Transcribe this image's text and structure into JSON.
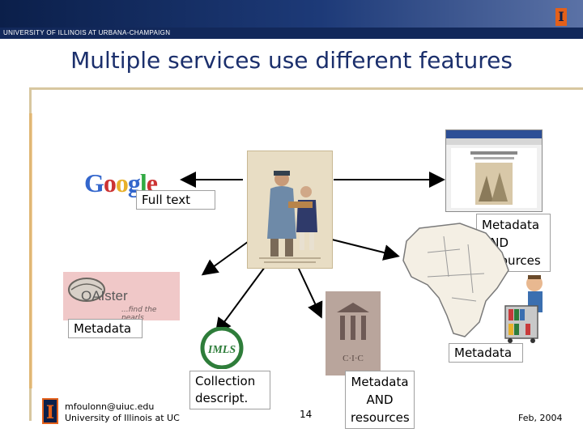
{
  "header": {
    "university_bar_text": "UNIVERSITY OF ILLINOIS AT URBANA-CHAMPAIGN",
    "logo_text": "I"
  },
  "slide": {
    "title": "Multiple services use different features",
    "logos": {
      "google": "Google",
      "oaister_name": "OAIster",
      "oaister_tagline": "...find the pearls",
      "cic": "C·I·C"
    },
    "labels": {
      "full_text": "Full text",
      "metadata_resources_right": [
        "Metadata",
        "AND",
        "resources"
      ],
      "metadata_left": "Metadata",
      "metadata_map": "Metadata",
      "collection_descript": [
        "Collection",
        "descript."
      ],
      "metadata_resources_bottom": [
        "Metadata",
        "AND",
        "resources"
      ]
    }
  },
  "footer": {
    "logo_text": "I",
    "email": "mfoulonn@uiuc.edu",
    "university": "University of Illinois at UC",
    "page_number": "14",
    "date": "Feb, 2004"
  },
  "colors": {
    "navy": "#0b1f4a",
    "title_blue": "#1b2f6c",
    "illini_orange": "#e4601a",
    "rule_tan": "#d8c7a0"
  }
}
